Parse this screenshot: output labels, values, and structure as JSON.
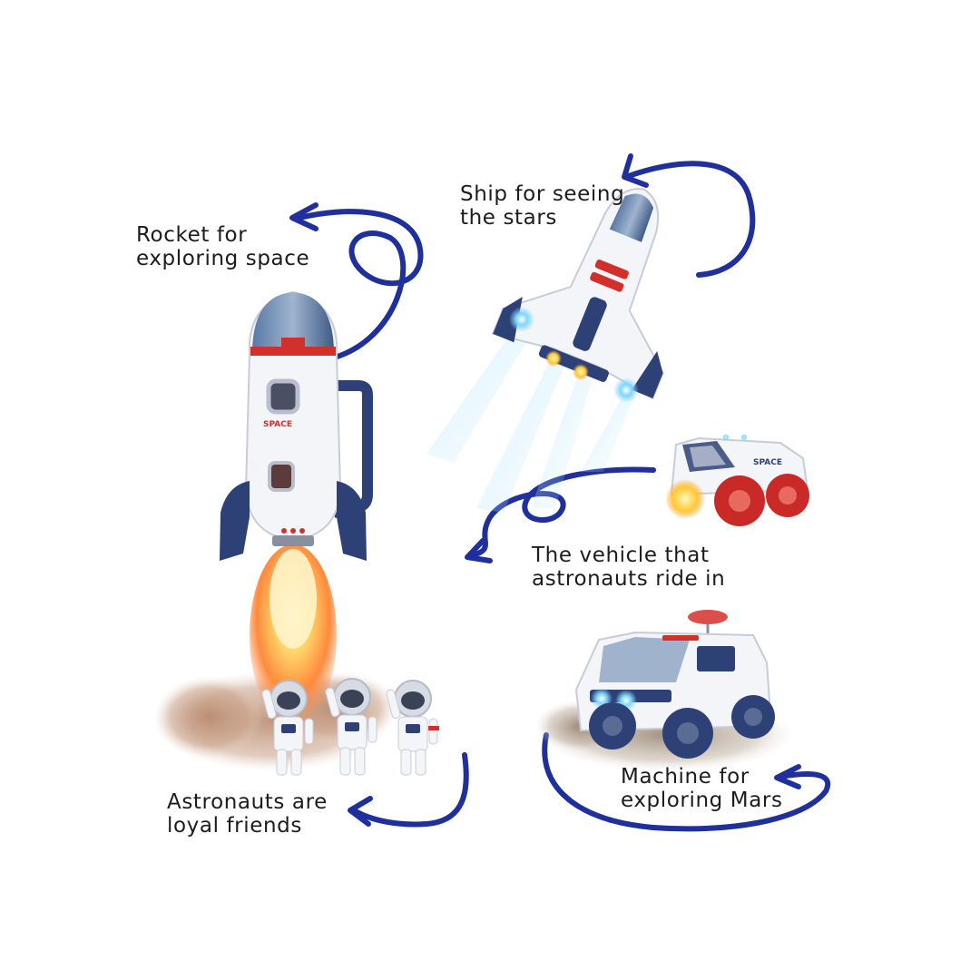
{
  "labels": {
    "rocket": {
      "line1": "Rocket for",
      "line2": "exploring space"
    },
    "shuttle": {
      "line1": "Ship for seeing",
      "line2": "the stars"
    },
    "vehicle": {
      "line1": "The vehicle that",
      "line2": "astronauts ride in"
    },
    "rover": {
      "line1": "Machine for",
      "line2": "exploring Mars"
    },
    "astronauts": {
      "line1": "Astronauts are",
      "line2": "loyal friends"
    }
  },
  "toy_text": {
    "rocket_brand": "SPACE",
    "vehicle_brand": "SPACE"
  },
  "colors": {
    "arrow": "#1f2f9c",
    "toy_blue": "#2d4177",
    "toy_white": "#f4f5f8",
    "toy_red": "#d3302c",
    "flame": "#ffb347",
    "smoke": "#b07a5f"
  }
}
